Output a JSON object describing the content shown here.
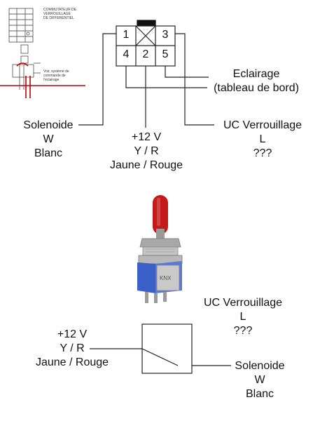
{
  "inset": {
    "title_line1": "COMMUTATEUR DE",
    "title_line2": "VERROUILLAGE",
    "title_line3": "DE DIFFERENTIEL",
    "note_line1": "Voir, système de",
    "note_line2": "commande de",
    "note_line3": "l'éclairage"
  },
  "connector": {
    "pins": [
      "1",
      "3",
      "4",
      "2",
      "5"
    ]
  },
  "labels": {
    "eclairage": [
      "Eclairage",
      "(tableau de bord)"
    ],
    "solenoide_top": [
      "Solenoide",
      "W",
      "Blanc"
    ],
    "plus12_top": [
      "+12 V",
      "Y / R",
      "Jaune / Rouge"
    ],
    "uc_top": [
      "UC Verrouillage",
      "L",
      "???"
    ],
    "uc_bottom": [
      "UC Verrouillage",
      "L",
      "???"
    ],
    "plus12_bottom": [
      "+12 V",
      "Y / R",
      "Jaune / Rouge"
    ],
    "solenoide_bottom": [
      "Solenoide",
      "W",
      "Blanc"
    ],
    "switch_brand": "KNX"
  },
  "colors": {
    "lever": "#c41a1a",
    "switch_body": "#3a5fc8",
    "metal": "#b8b8b8",
    "inset_red": "#c00000"
  }
}
